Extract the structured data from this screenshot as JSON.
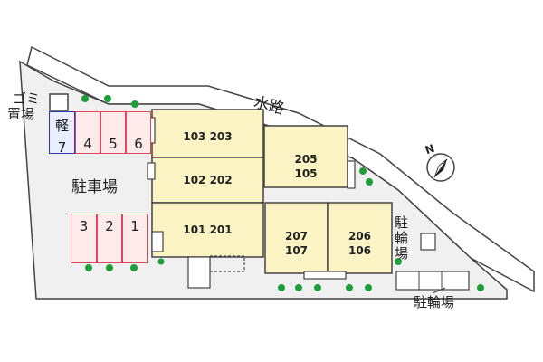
{
  "labels": {
    "garbage": "ゴミ\n置場",
    "garbage_top": "ゴミ",
    "garbage_bottom": "置場",
    "waterway": "水路",
    "parking": "駐車場",
    "bike_parking_right": "駐輪場",
    "bike_parking_bottom": "駐輪場",
    "north": "N"
  },
  "parking_slots_top": [
    {
      "top": "軽",
      "bottom": "7",
      "style": "kei"
    },
    {
      "label": "4"
    },
    {
      "label": "5"
    },
    {
      "label": "6"
    }
  ],
  "parking_slots_bottom": [
    "3",
    "2",
    "1"
  ],
  "buildings": [
    {
      "id": "north",
      "units": "103 203"
    },
    {
      "id": "middle",
      "units": "102 202"
    },
    {
      "id": "south",
      "units": "101 201"
    },
    {
      "id": "east-upper",
      "units_line1": "205",
      "units_line2": "105"
    },
    {
      "id": "east-lower-left",
      "units_line1": "207",
      "units_line2": "107"
    },
    {
      "id": "east-lower-right",
      "units_line1": "206",
      "units_line2": "106"
    }
  ],
  "colors": {
    "lot": "#f0f0f0",
    "building": "#fbf3c4",
    "tree": "#1f9d3a",
    "parking_red": "#d94a5a",
    "parking_blue": "#2a3aa8"
  }
}
